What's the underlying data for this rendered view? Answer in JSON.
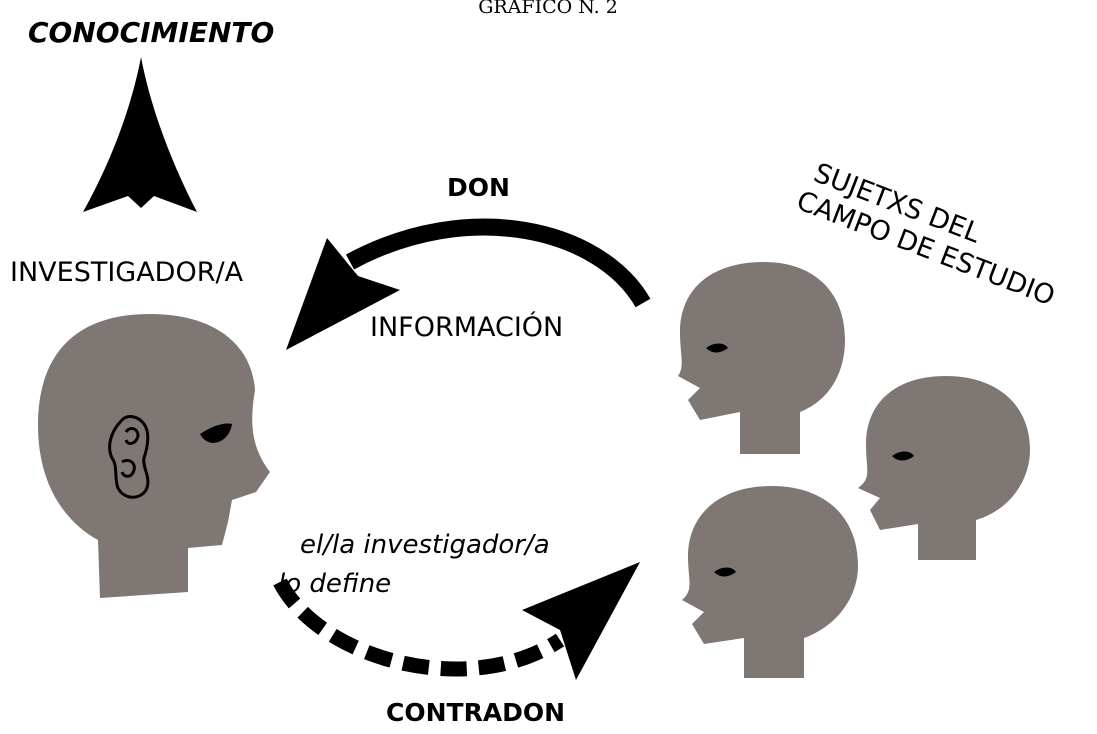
{
  "diagram": {
    "caption": "GRÁFICO N. 2",
    "knowledge_label": "CONOCIMIENTO",
    "researcher_label": "INVESTIGADOR/A",
    "subjects_label_line1": "SUJETXS DEL",
    "subjects_label_line2": "CAMPO DE ESTUDIO",
    "gift_label": "DON",
    "information_label": "INFORMACIÓN",
    "defined_label_line1": "el/la investigador/a",
    "defined_label_line2": "lo define",
    "countergift_label": "CONTRADON",
    "colors": {
      "head": "#7e7774",
      "ink": "#000000",
      "background": "#ffffff"
    },
    "icons": [
      "up-arrow-icon",
      "researcher-head-icon",
      "ear-icon",
      "subject-head-icon",
      "curved-arrow-icon",
      "dashed-curved-arrow-icon"
    ]
  }
}
